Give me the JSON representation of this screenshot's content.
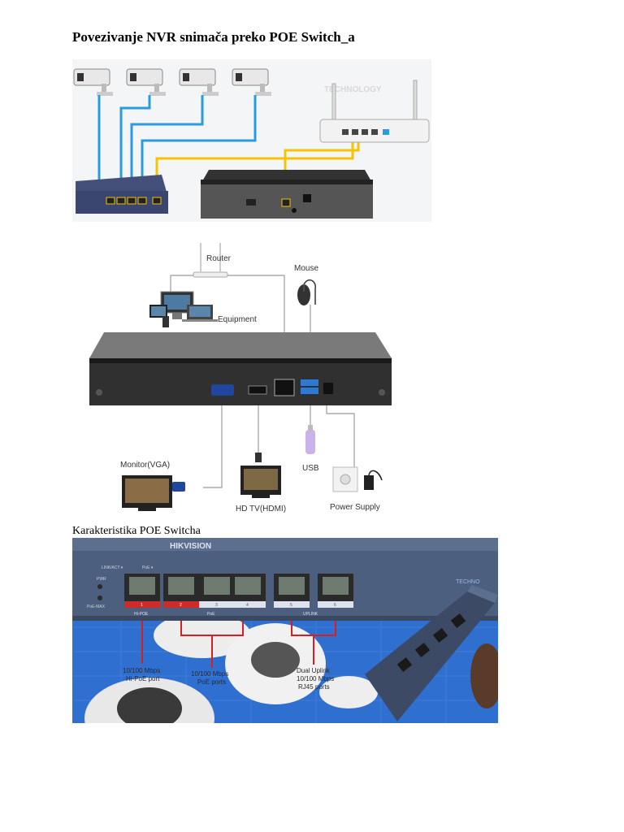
{
  "page": {
    "title": "Povezivanje NVR snimača preko POE Switch_a",
    "caption": "Karakteristika POE Switcha"
  },
  "figure1": {
    "watermark": "TECHNOLOGY"
  },
  "figure2": {
    "labels": {
      "router": "Router",
      "mouse": "Mouse",
      "equipment": "Equipment",
      "monitor": "Monitor(VGA)",
      "hdtv": "HD TV(HDMI)",
      "usb": "USB",
      "power": "Power Supply"
    }
  },
  "figure3": {
    "brand": "HIKVISION",
    "leds": {
      "pwr": "PWR",
      "poe_max": "PoE-MAX",
      "link": "LINK/ACT ▾",
      "poe": "PoE ▾"
    },
    "groups": {
      "hipoe": "HI-POE",
      "poe": "PoE",
      "uplink": "UPLINK"
    },
    "port_numbers": [
      "1",
      "2",
      "3",
      "4",
      "5",
      "6"
    ],
    "annotations": {
      "a1": [
        "10/100 Mbps",
        "Hi-PoE port"
      ],
      "a2": [
        "10/100 Mbps",
        "PoE ports"
      ],
      "a3": [
        "Dual Uplink",
        "10/100 Mbps",
        "RJ45 ports"
      ]
    },
    "watermark": "TECHNO"
  }
}
